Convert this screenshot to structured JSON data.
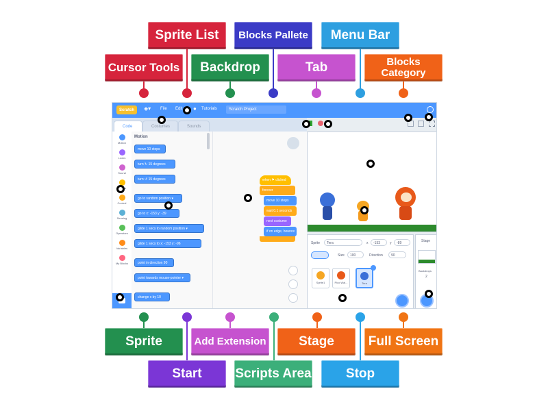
{
  "labels": {
    "top_row1": [
      {
        "text": "Sprite List"
      },
      {
        "text": "Blocks Pallete"
      },
      {
        "text": "Menu Bar"
      }
    ],
    "top_row2": [
      {
        "text": "Cursor Tools"
      },
      {
        "text": "Backdrop"
      },
      {
        "text": "Tab"
      },
      {
        "text": "Blocks Category"
      }
    ],
    "bottom_row1": [
      {
        "text": "Sprite"
      },
      {
        "text": "Add Extension"
      },
      {
        "text": "Stage"
      },
      {
        "text": "Full Screen"
      }
    ],
    "bottom_row2": [
      {
        "text": "Start"
      },
      {
        "text": "Scripts Area"
      },
      {
        "text": "Stop"
      }
    ]
  },
  "colors": {
    "red": "#d6243c",
    "green": "#23904f",
    "navy": "#3b3bc6",
    "blue": "#2e9fe0",
    "orange": "#f06218",
    "magenta": "#c653cf",
    "purple": "#7b36d6",
    "teal": "#3caf7a"
  },
  "screenshot": {
    "logo": "Scratch",
    "menu": {
      "file": "File",
      "edit": "Edit",
      "tutorials": "Tutorials",
      "project_title": "Scratch Project"
    },
    "tabs": {
      "code": "Code",
      "costumes": "Costumes",
      "sounds": "Sounds"
    },
    "categories": [
      "Motion",
      "Looks",
      "Sound",
      "Events",
      "Control",
      "Sensing",
      "Operators",
      "Variables",
      "My Blocks"
    ],
    "palette": {
      "title": "Motion",
      "blocks": [
        "move 10 steps",
        "turn ↻ 15 degrees",
        "turn ↺ 15 degrees",
        "go to random position ▾",
        "go to x: -153 y: -39",
        "glide 1 secs to random position ▾",
        "glide 1 secs to x: -153 y: -96",
        "point in direction 90",
        "point towards mouse-pointer ▾",
        "change x by 10"
      ]
    },
    "script": [
      "when ⚑ clicked",
      "forever",
      "move 10 steps",
      "wait 0.1 seconds",
      "next costume",
      "if on edge, bounce"
    ],
    "sprite_info": {
      "sprite_label": "Sprite",
      "sprite_name": "Tera",
      "x_label": "x",
      "x_value": "-153",
      "y_label": "y",
      "y_value": "-89",
      "size_label": "Size",
      "size_value": "100",
      "direction_label": "Direction",
      "direction_value": "90"
    },
    "sprites": [
      "Sprite1",
      "Pico Wal...",
      "Tera"
    ],
    "stage_col": {
      "title": "Stage",
      "backdrops_label": "Backdrops",
      "backdrops_count": "2"
    }
  }
}
